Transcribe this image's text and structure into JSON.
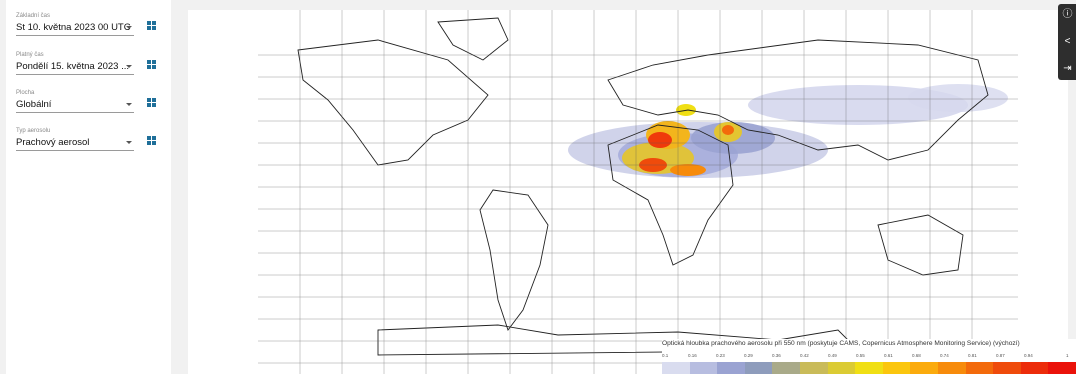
{
  "sidebar": {
    "fields": [
      {
        "label": "Základní čas",
        "value": "St 10. května 2023 00 UTC"
      },
      {
        "label": "Platný čas",
        "value": "Pondělí 15. května 2023 ..."
      },
      {
        "label": "Plocha",
        "value": "Globální"
      },
      {
        "label": "Typ aerosolu",
        "value": "Prachový aerosol"
      }
    ]
  },
  "legend": {
    "title": "Optická hloubka prachového aerosolu při 550 nm (poskytuje CAMS, Copernicus Atmosphere Monitoring Service) (výchozí)",
    "ticks": [
      "0.1",
      "0.16",
      "0.23",
      "0.29",
      "0.36",
      "0.42",
      "0.49",
      "0.55",
      "0.61",
      "0.68",
      "0.74",
      "0.81",
      "0.87",
      "0.94",
      "1"
    ],
    "colors": [
      "#d9dcef",
      "#b7bde0",
      "#9aa3d2",
      "#8e9cbc",
      "#a9aa89",
      "#c9bb59",
      "#dbcb33",
      "#f0df14",
      "#fbc60e",
      "#fbab0d",
      "#f78b0b",
      "#f36a0b",
      "#ef4b0b",
      "#ec2c0a",
      "#ea120a"
    ]
  },
  "rail": {
    "info_icon": "ⓘ",
    "share_icon": "<",
    "export_icon": "⇥"
  }
}
